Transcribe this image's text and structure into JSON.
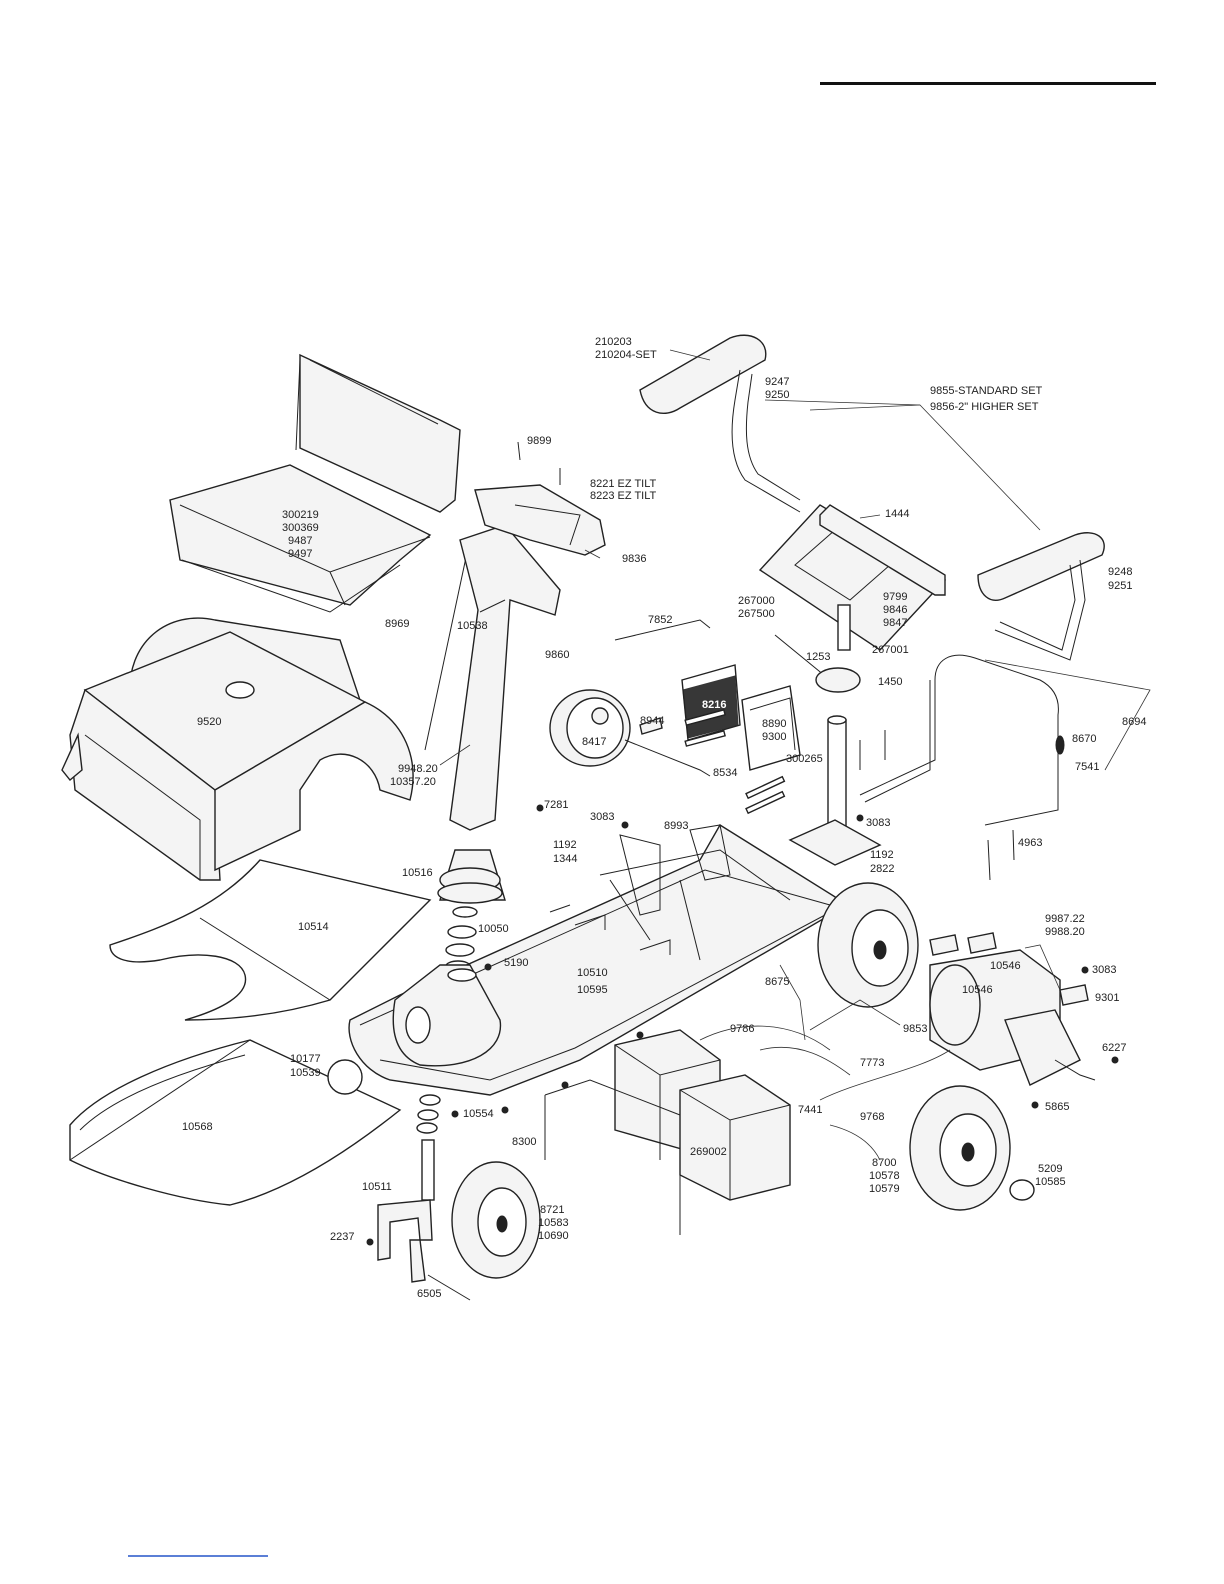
{
  "labels": {
    "l210203": "210203",
    "l210204": "210204-SET",
    "l9247": "9247",
    "l9250": "9250",
    "l9855": "9855-STANDARD SET",
    "l9856": "9856-2\" HIGHER SET",
    "l9899": "9899",
    "l8221": "8221 EZ TILT",
    "l8223": "8223 EZ TILT",
    "l9836": "9836",
    "l300219": "300219",
    "l300369": "300369",
    "l9487": "9487",
    "l9497": "9497",
    "l1444": "1444",
    "l9248": "9248",
    "l9251": "9251",
    "l10538": "10538",
    "l8969": "8969",
    "l9860": "9860",
    "l7852": "7852",
    "l267000": "267000",
    "l267500": "267500",
    "l9799": "9799",
    "l9846": "9846",
    "l9847": "9847",
    "l1253": "1253",
    "l267001": "267001",
    "l1450": "1450",
    "l8694": "8694",
    "l9520": "9520",
    "l8216": "8216",
    "l8944": "8944",
    "l8417": "8417",
    "l8890": "8890",
    "l9300": "9300",
    "l300265": "300265",
    "l8534": "8534",
    "l9948": "9948.20",
    "l10357": "10357.20",
    "l7281": "7281",
    "l3083a": "3083",
    "l8993": "8993",
    "l3083b": "3083",
    "l8670": "8670",
    "l7541": "7541",
    "l1192a": "1192",
    "l1344": "1344",
    "l1192b": "1192",
    "l2822": "2822",
    "l4963": "4963",
    "l10516": "10516",
    "l10514": "10514",
    "l10050": "10050",
    "l5190": "5190",
    "l10510": "10510",
    "l10595": "10595",
    "l9987": "9987.22",
    "l9988": "9988.20",
    "l10546a": "10546",
    "l10546b": "10546",
    "l3083c": "3083",
    "l9301": "9301",
    "l8675": "8675",
    "l9786": "9786",
    "l9853": "9853",
    "l6227": "6227",
    "l10177": "10177",
    "l10539": "10539",
    "l7773": "7773",
    "l7441": "7441",
    "l9768": "9768",
    "l5865": "5865",
    "l10568": "10568",
    "l10554": "10554",
    "l8300": "8300",
    "l269002": "269002",
    "l8700": "8700",
    "l10578": "10578",
    "l10579": "10579",
    "l5209": "5209",
    "l10585": "10585",
    "l10511": "10511",
    "l8721": "8721",
    "l10583": "10583",
    "l10690": "10690",
    "l2237": "2237",
    "l6505": "6505"
  }
}
